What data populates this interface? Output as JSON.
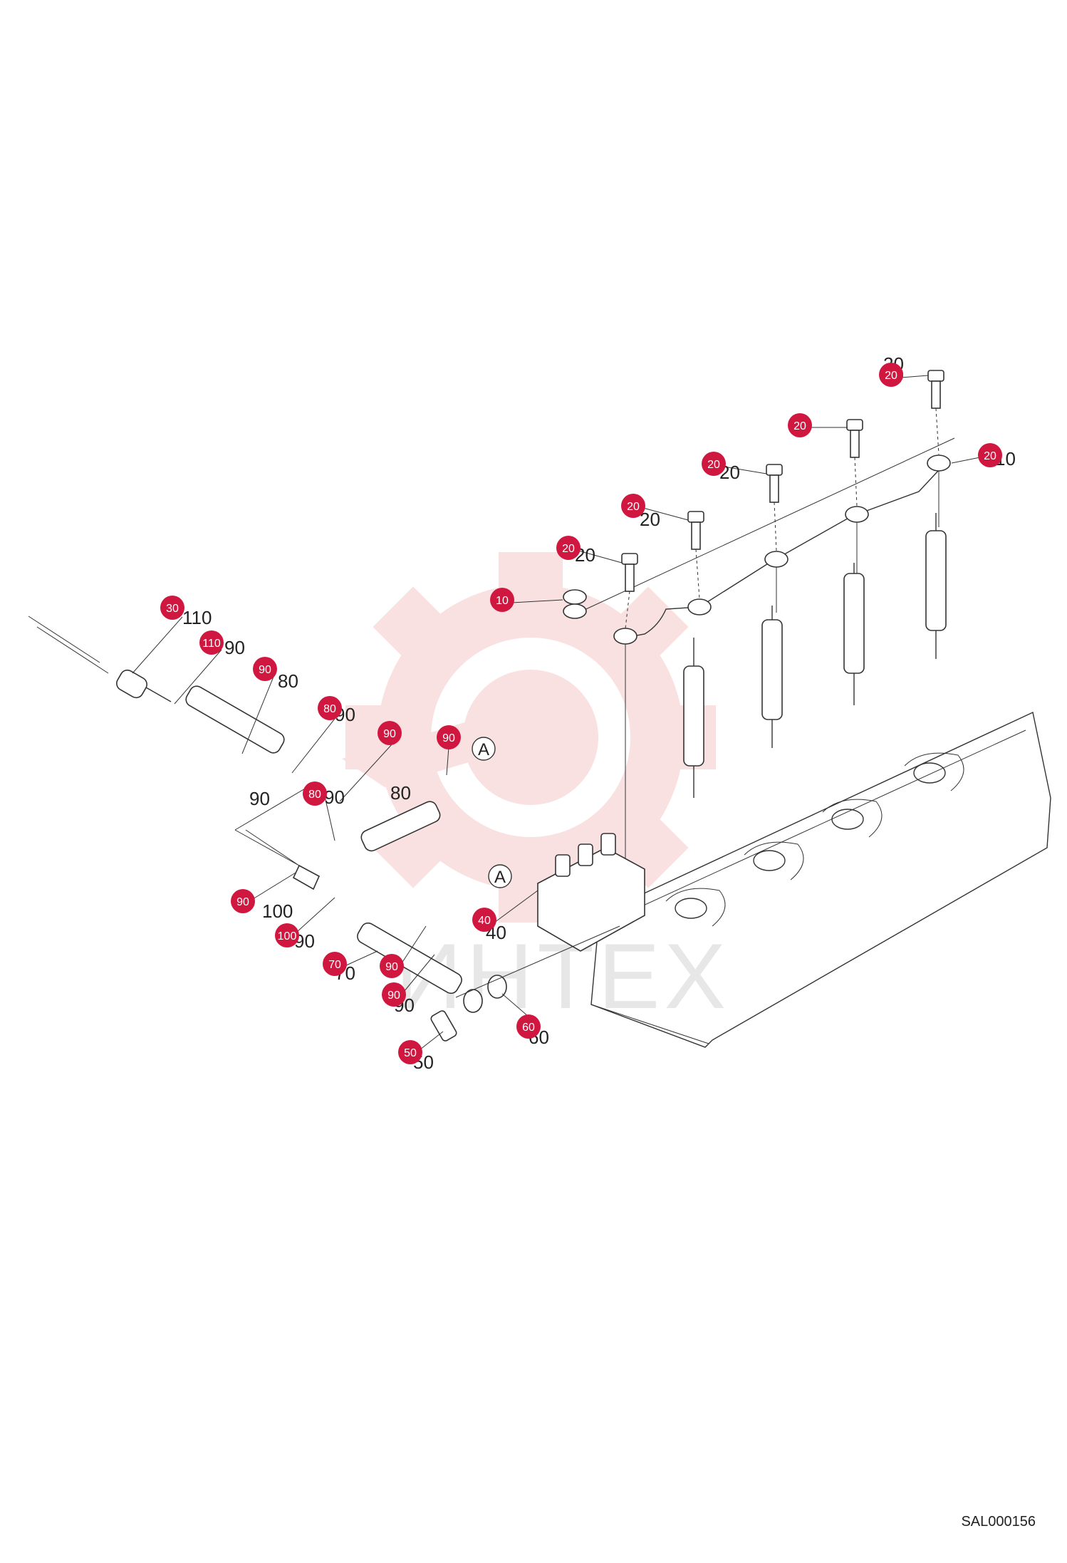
{
  "diagram": {
    "drawing_code": "SAL000156",
    "watermark_text": "ИНТЕХ",
    "callouts": [
      {
        "label": "20"
      },
      {
        "label": "20"
      },
      {
        "label": "20"
      },
      {
        "label": "20"
      },
      {
        "label": "20"
      },
      {
        "label": "20"
      },
      {
        "label": "10"
      },
      {
        "label": "30"
      },
      {
        "label": "110"
      },
      {
        "label": "90"
      },
      {
        "label": "80"
      },
      {
        "label": "90"
      },
      {
        "label": "90"
      },
      {
        "label": "80"
      },
      {
        "label": "90"
      },
      {
        "label": "100"
      },
      {
        "label": "90"
      },
      {
        "label": "70"
      },
      {
        "label": "40"
      },
      {
        "label": "90"
      },
      {
        "label": "60"
      },
      {
        "label": "50"
      }
    ],
    "plain_numbers": [
      {
        "label": "20"
      },
      {
        "label": "20"
      },
      {
        "label": "20"
      },
      {
        "label": "20"
      },
      {
        "label": "20"
      },
      {
        "label": "10"
      },
      {
        "label": "110"
      },
      {
        "label": "90"
      },
      {
        "label": "80"
      },
      {
        "label": "90"
      },
      {
        "label": "90"
      },
      {
        "label": "80"
      },
      {
        "label": "90"
      },
      {
        "label": "100"
      },
      {
        "label": "90"
      },
      {
        "label": "70"
      },
      {
        "label": "40"
      },
      {
        "label": "90"
      },
      {
        "label": "60"
      },
      {
        "label": "50"
      }
    ],
    "references": [
      {
        "label": "A"
      },
      {
        "label": "A"
      }
    ],
    "colors": {
      "callout_fill": "#d0173f",
      "line": "#333333",
      "watermark": "#f2b8b8"
    }
  }
}
